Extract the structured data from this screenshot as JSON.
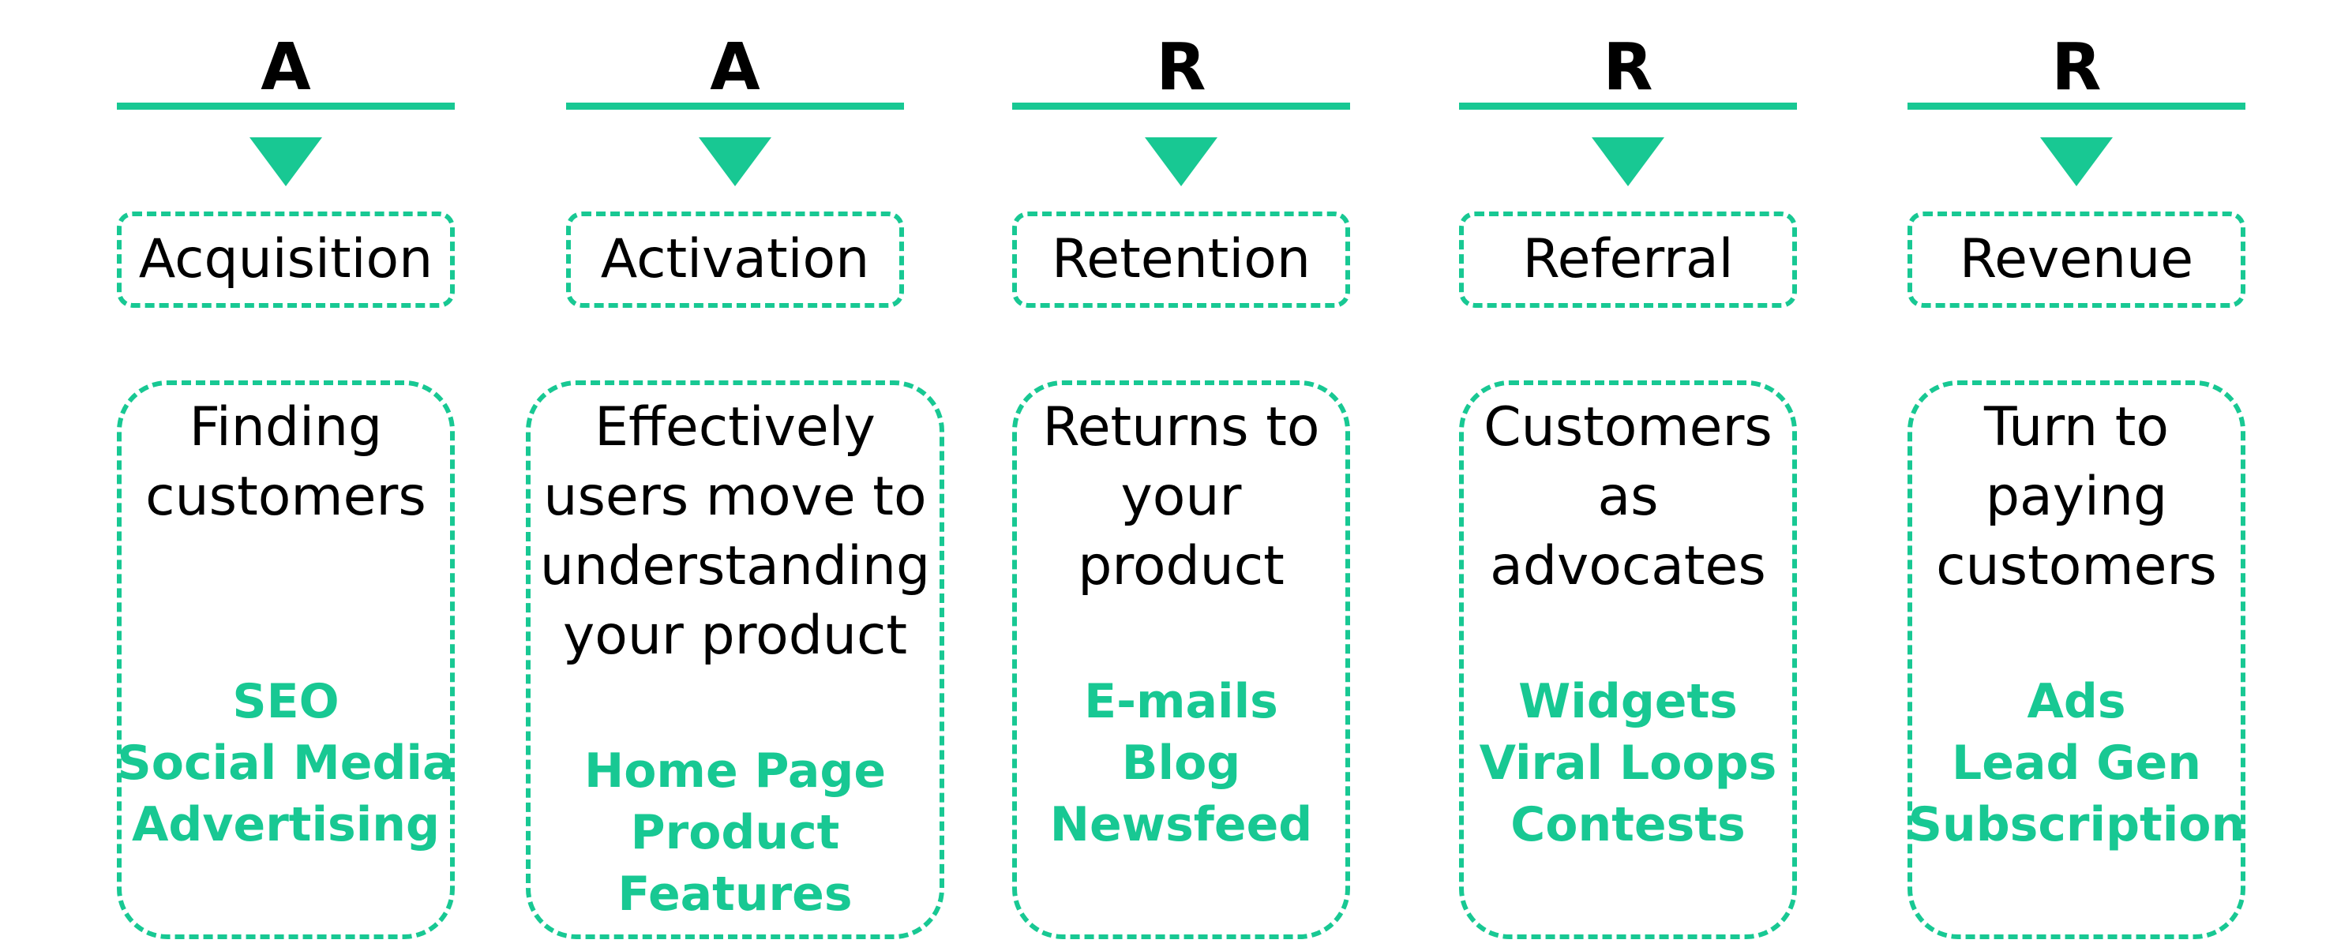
{
  "accent_color": "#18c893",
  "stages": [
    {
      "letter": "A",
      "name": "Acquisition",
      "description_lines": [
        "Finding",
        "customers"
      ],
      "channels": [
        "SEO",
        "Social Media",
        "Advertising"
      ]
    },
    {
      "letter": "A",
      "name": "Activation",
      "description_lines": [
        "Effectively",
        "users move to",
        "understanding",
        "your product"
      ],
      "channels": [
        "Home Page",
        "Product",
        "Features"
      ]
    },
    {
      "letter": "R",
      "name": "Retention",
      "description_lines": [
        "Returns to",
        "your",
        "product"
      ],
      "channels": [
        "E-mails",
        "Blog",
        "Newsfeed"
      ]
    },
    {
      "letter": "R",
      "name": "Referral",
      "description_lines": [
        "Customers",
        "as",
        "advocates"
      ],
      "channels": [
        "Widgets",
        "Viral Loops",
        "Contests"
      ]
    },
    {
      "letter": "R",
      "name": "Revenue",
      "description_lines": [
        "Turn to",
        "paying",
        "customers"
      ],
      "channels": [
        "Ads",
        "Lead Gen",
        "Subscription"
      ]
    }
  ]
}
